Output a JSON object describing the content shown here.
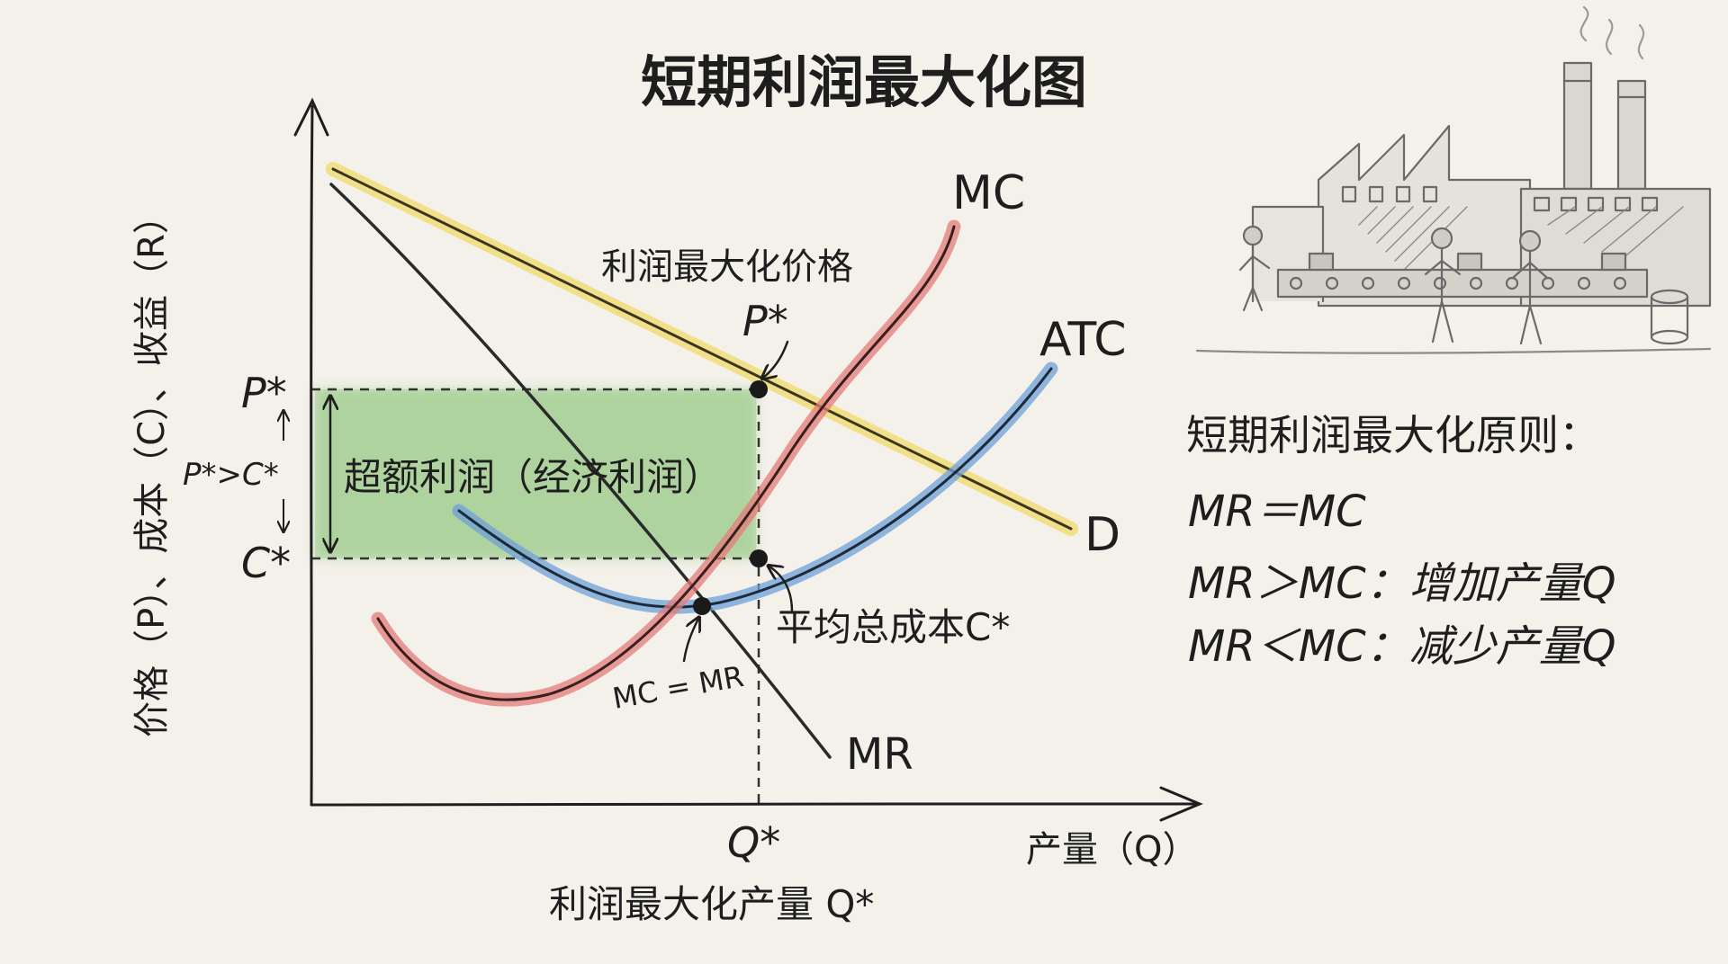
{
  "title": "短期利润最大化图",
  "y_axis_label": "价格（P）、成本（C）、收益（R）",
  "x_axis_label": "产量（Q）",
  "curves": {
    "mc": "MC",
    "atc": "ATC",
    "demand": "D",
    "mr": "MR"
  },
  "annotations": {
    "profit_max_price": "利润最大化价格",
    "p_star_point": "P*",
    "p_star_axis": "P*",
    "c_star_axis": "C*",
    "p_gt_c": "P*>C*",
    "excess_profit": "超额利润（经济利润）",
    "atc_avg_cost": "平均总成本C*",
    "mc_eq_mr": "MC = MR",
    "q_star": "Q*",
    "profit_max_quantity": "利润最大化产量 Q*"
  },
  "rules": {
    "heading": "短期利润最大化原则：",
    "line1": "MR＝MC",
    "line2": "MR＞MC：增加产量Q",
    "line3": "MR＜MC：减少产量Q"
  },
  "colors": {
    "mc": "#d9534f",
    "atc": "#4a86c8",
    "demand": "#e8c94a",
    "profit_area": "#8cc47a",
    "ink": "#1e1e1e"
  },
  "illustration": "factory-sketch"
}
